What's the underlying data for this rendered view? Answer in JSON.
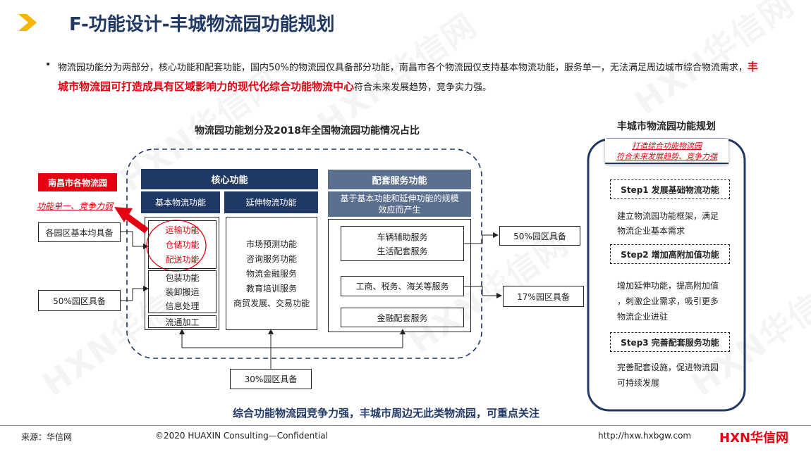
{
  "header": {
    "title": "F-功能设计-丰城物流园功能规划"
  },
  "intro": {
    "bullet": "•",
    "text_before": "物流园功能分为两部分，核心功能和配套功能，国内50%的物流园仅具备部分功能，南昌市各个物流园仅支持基本物流功能，服务单一，无法满足周边城市综合物流需求，",
    "text_highlight": "丰城市物流园可打造成具有区域影响力的现代化综合功能物流中心",
    "text_after": "符合未来发展趋势，竞争实力强。"
  },
  "diagram": {
    "title": "物流园功能划分及2018年全国物流园功能情况占比",
    "nanchang_label": "南昌市各物流园",
    "nanchang_note": "功能单一、竞争力弱",
    "core_header": "核心功能",
    "basic_header": "基本物流功能",
    "extended_header": "延伸物流功能",
    "support_header": "配套服务功能",
    "support_sub": "基于基本功能和延伸功能的规模效应而产生",
    "basic_group1": [
      "运输功能",
      "仓储功能",
      "配送功能"
    ],
    "basic_group2": [
      "包装功能",
      "装卸搬运",
      "信息处理"
    ],
    "basic_group3": "流通加工",
    "extended_items": [
      "市场预测功能",
      "咨询服务功能",
      "物流金融服务",
      "教育培训服务",
      "商贸发展、交易功能"
    ],
    "support_box1": [
      "车辆辅助服务",
      "生活配套服务"
    ],
    "support_box2": "工商、税务、海关等服务",
    "support_box3": "金融配套服务",
    "left_label1": "各园区基本均具备",
    "left_label2": "50%园区具备",
    "right_label1": "50%园区具备",
    "right_label2": "17%园区具备",
    "bottom_label": "30%园区具备",
    "conclusion": "综合功能物流园竞争力强，丰城市周边无此类物流园，可重点关注"
  },
  "plan": {
    "title": "丰城市物流园功能规划",
    "banner_line1": "打造综合功能物流园",
    "banner_line2": "符合未来发展趋势、竞争力强",
    "steps": [
      {
        "label": "Step1 发展基础物流功能",
        "desc_lines": [
          "建立物流园功能框架，满足",
          "物流企业基本需求"
        ]
      },
      {
        "label": "Step2 增加高附加值功能",
        "desc_lines": [
          "增加延伸功能，提高附加值",
          "，刺激企业需求，吸引更多",
          "物流企业进驻"
        ]
      },
      {
        "label": "Step3 完善配套服务功能",
        "desc_lines": [
          "完善配套设施，促进物流园",
          "可持续发展"
        ]
      }
    ]
  },
  "footer": {
    "source": "来源：华信网",
    "copyright": "©2020 HUAXIN Consulting—Confidential",
    "url": "http://hxw.hxbgw.com",
    "logo_text": "HXN华信网"
  },
  "watermark_text": "HXN华信网",
  "colors": {
    "title": "#1f3864",
    "header_dark": "#1f3864",
    "header_gray": "#5b6f8f",
    "accent_red": "#e60012",
    "arrow_yellow": "#f5b400",
    "border_navy": "#1f3864"
  }
}
